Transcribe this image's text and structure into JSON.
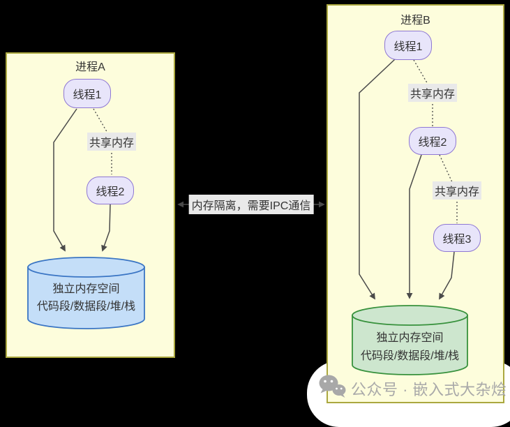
{
  "colors": {
    "page_bg": "#000000",
    "box_bg": "#FDFDDC",
    "box_border": "#ABA83F",
    "thread_fill": "#E8E5FA",
    "thread_border": "#8E77D3",
    "label_bg": "#E9E9E9",
    "line": "#4A4A4A",
    "text": "#333333",
    "blue_cyl_fill": "#C4DEF8",
    "blue_cyl_stroke": "#3A75C4",
    "green_cyl_fill": "#CDE6CE",
    "green_cyl_stroke": "#37913C",
    "watermark": "#A9A9A9"
  },
  "process_a": {
    "title": "进程A",
    "thread1": "线程1",
    "thread2": "线程2",
    "shared_memory": "共享内存",
    "memory_line1": "独立内存空间",
    "memory_line2": "代码段/数据段/堆/栈"
  },
  "process_b": {
    "title": "进程B",
    "thread1": "线程1",
    "thread2": "线程2",
    "thread3": "线程3",
    "shared_memory1": "共享内存",
    "shared_memory2": "共享内存",
    "memory_line1": "独立内存空间",
    "memory_line2": "代码段/数据段/堆/栈"
  },
  "ipc": {
    "label": "内存隔离，需要IPC通信"
  },
  "watermark": {
    "icon": "wechat-icon",
    "text": "公众号 · 嵌入式大杂烩"
  }
}
